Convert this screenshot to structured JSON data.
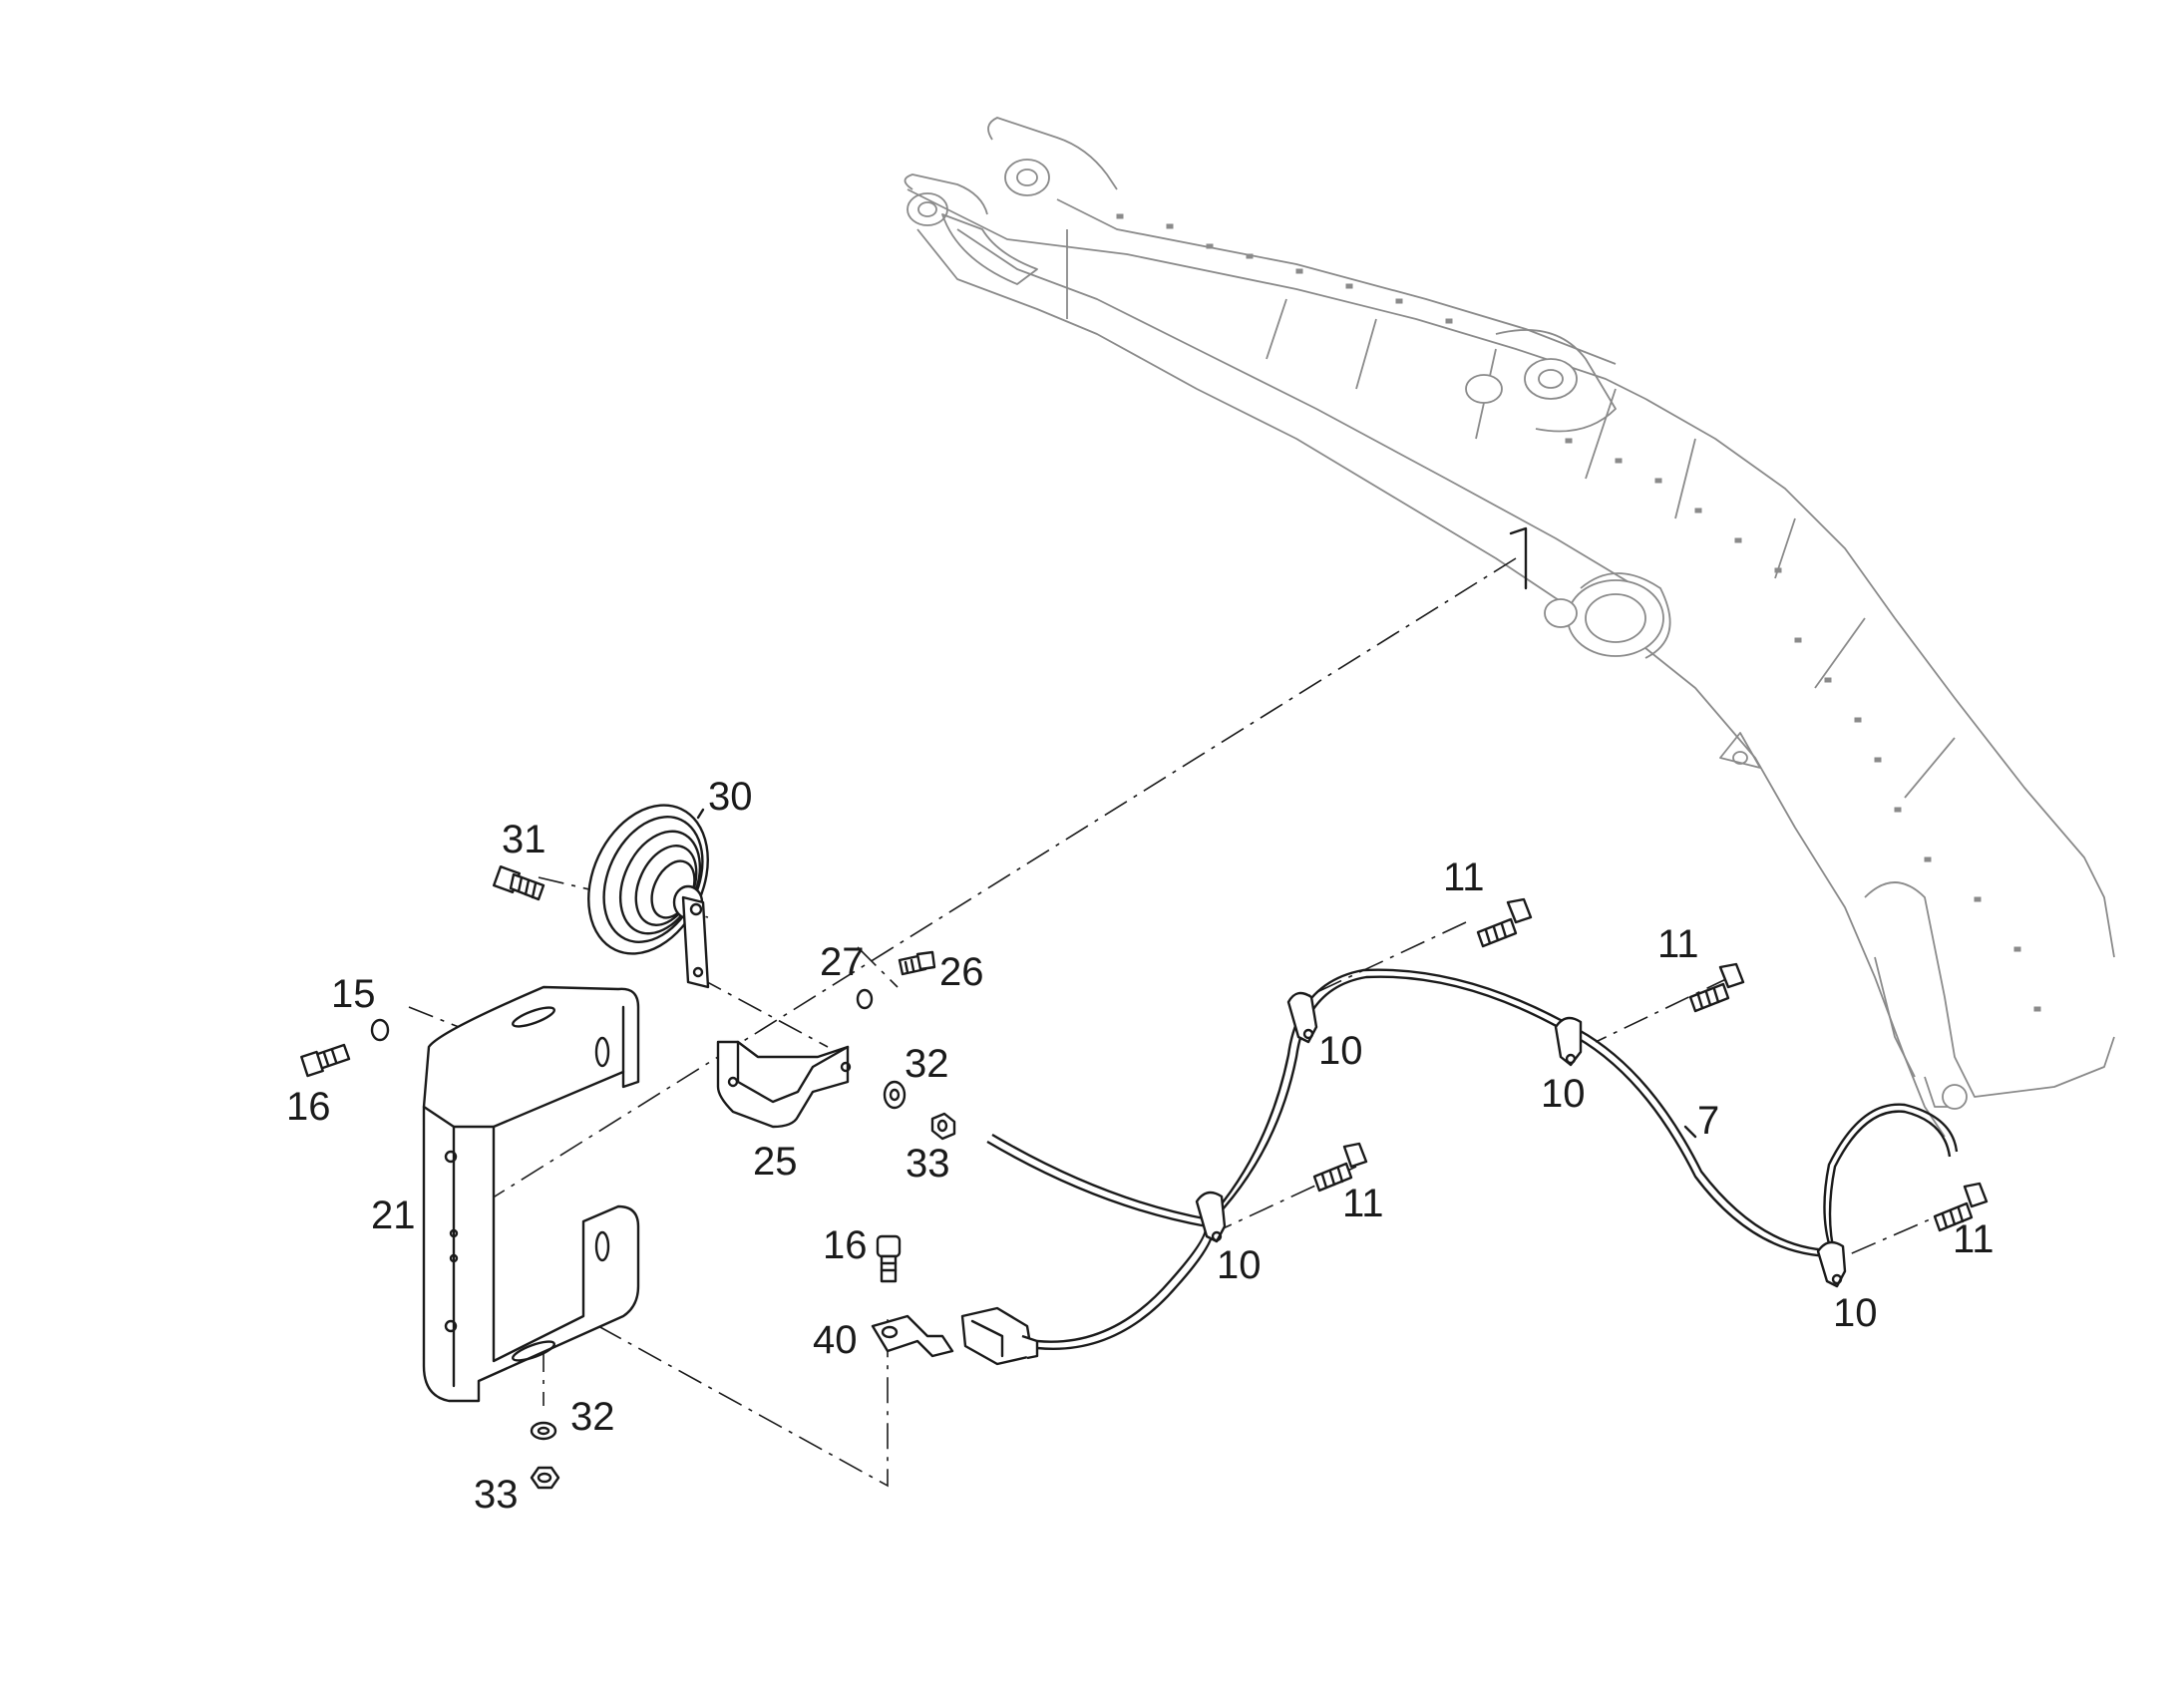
{
  "diagram": {
    "labels": {
      "c30": "30",
      "c31": "31",
      "c27": "27",
      "c26": "26",
      "c15": "15",
      "c16a": "16",
      "c32a": "32",
      "c33a": "33",
      "c25": "25",
      "c21": "21",
      "c16b": "16",
      "c40": "40",
      "c32b": "32",
      "c33b": "33",
      "c11a": "11",
      "c11b": "11",
      "c11c": "11",
      "c11d": "11",
      "c10a": "10",
      "c10b": "10",
      "c10c": "10",
      "c10d": "10",
      "c7": "7"
    }
  }
}
